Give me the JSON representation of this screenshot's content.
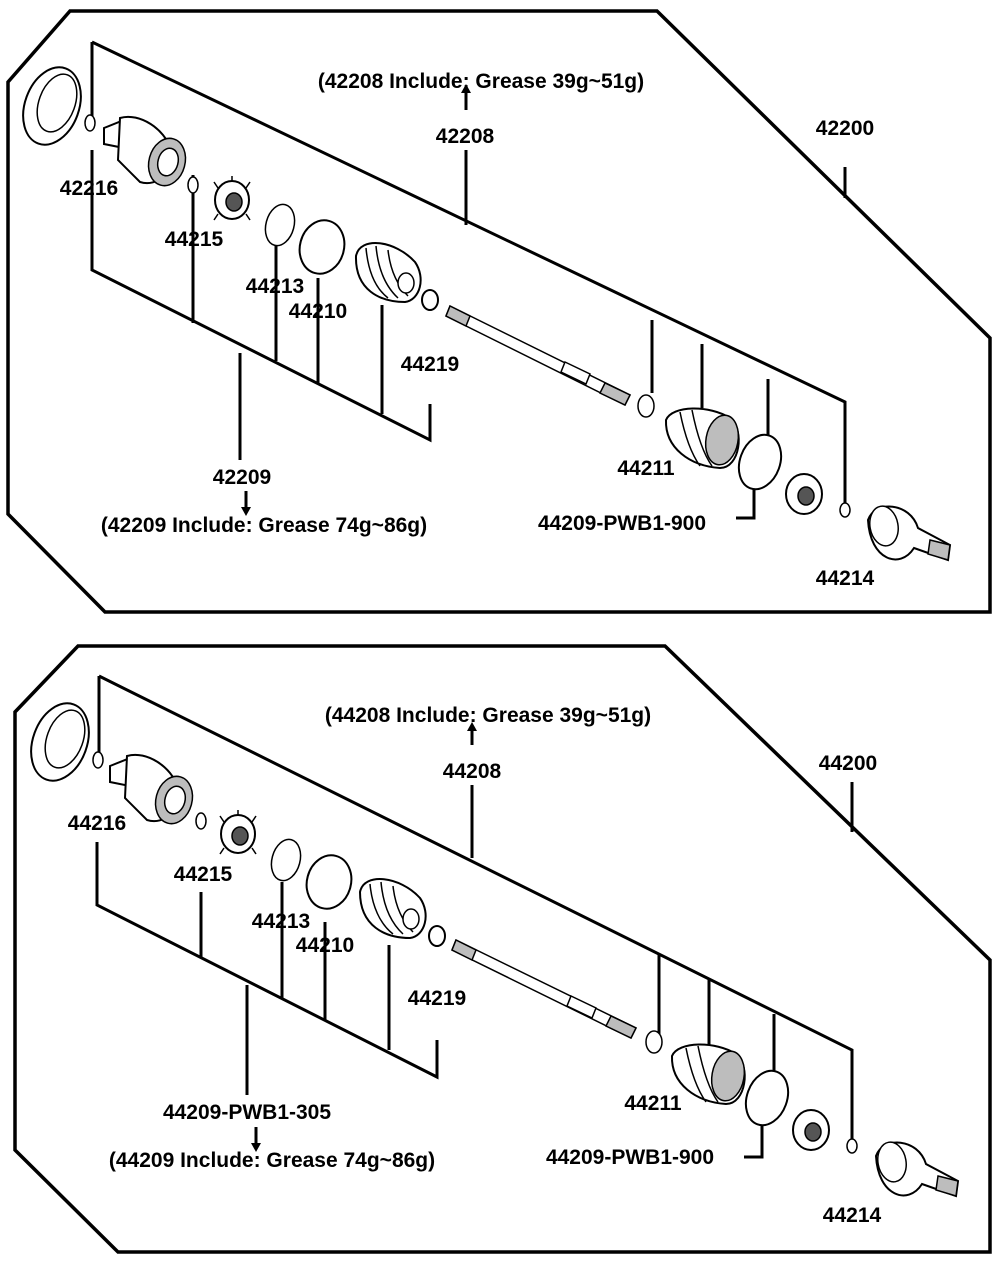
{
  "diagrams": [
    {
      "assembly": "42200",
      "shaft": "42208",
      "shaft_note": "(42208 Include: Grease  39g~51g)",
      "inner_kit": "42209",
      "inner_note": "(42209 Include: Grease  74g~86g)",
      "parts": {
        "p42216": "42216",
        "p44215": "44215",
        "p44213": "44213",
        "p44210": "44210",
        "p44219": "44219",
        "p44211": "44211",
        "outer_kit": "44209-PWB1-900",
        "p44214": "44214"
      }
    },
    {
      "assembly": "44200",
      "shaft": "44208",
      "shaft_note": "(44208 Include: Grease  39g~51g)",
      "inner_kit": "44209-PWB1-305",
      "inner_note": "(44209 Include: Grease  74g~86g)",
      "parts": {
        "p42216": "44216",
        "p44215": "44215",
        "p44213": "44213",
        "p44210": "44210",
        "p44219": "44219",
        "p44211": "44211",
        "outer_kit": "44209-PWB1-900",
        "p44214": "44214"
      }
    }
  ]
}
